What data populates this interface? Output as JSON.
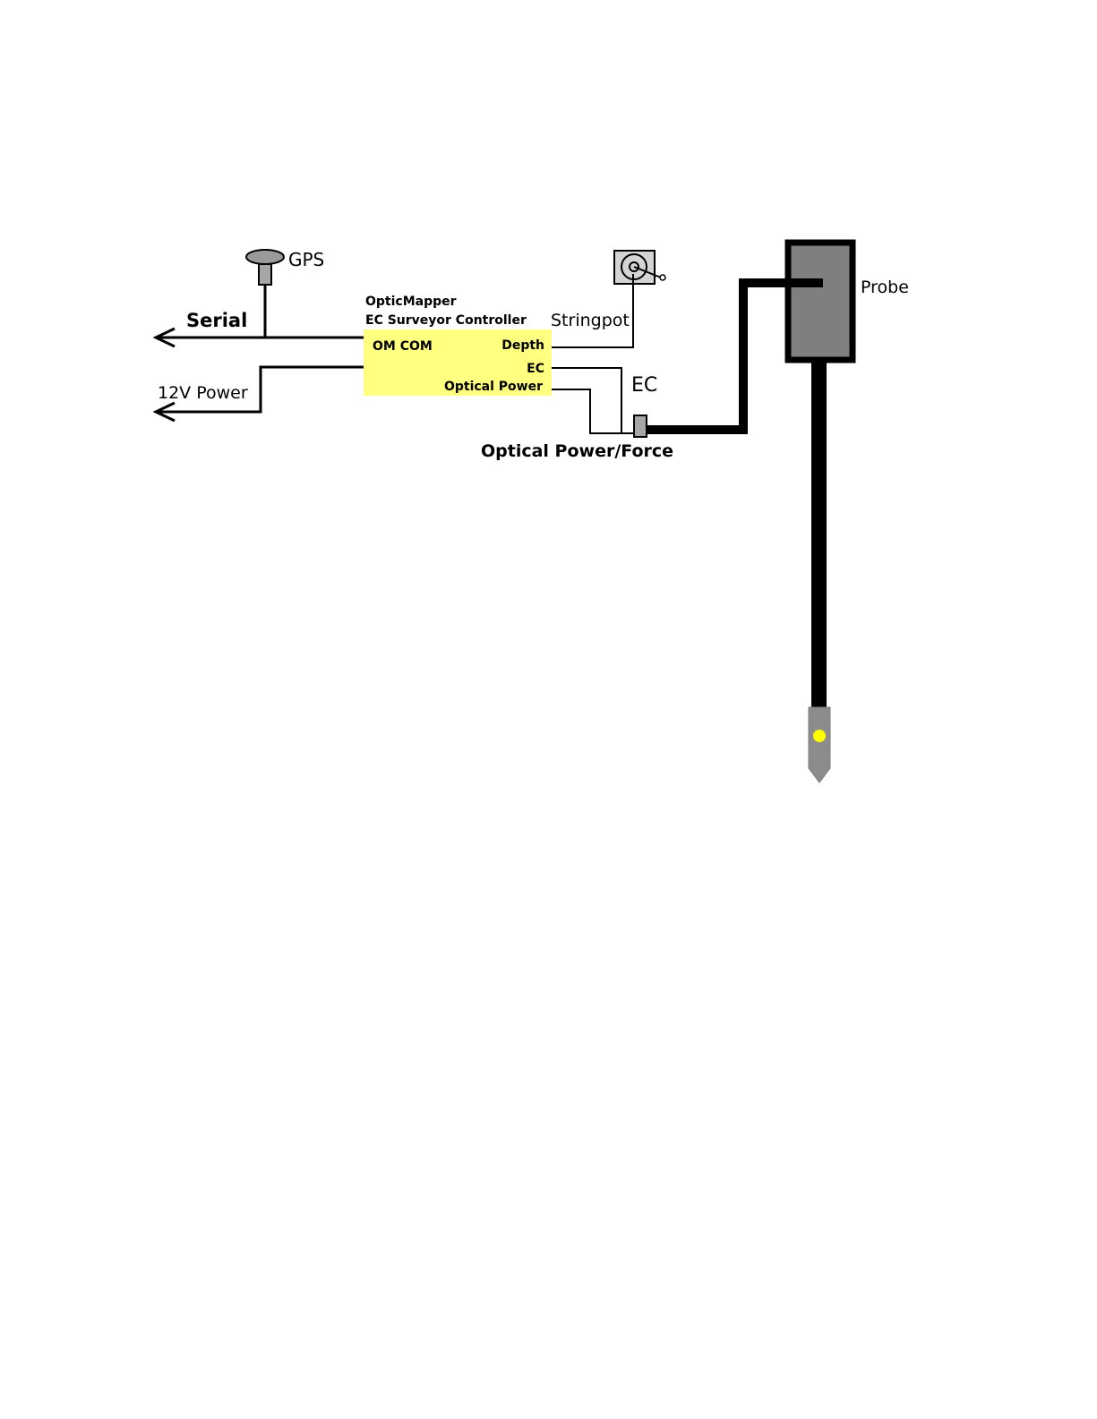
{
  "diagram": {
    "controller": {
      "title_line1": "OpticMapper",
      "title_line2": "EC Surveyor Controller",
      "port_om_com": "OM COM",
      "port_depth": "Depth",
      "port_ec": "EC",
      "port_optical_power": "Optical Power",
      "fill_color": "#ffff80"
    },
    "labels": {
      "gps": "GPS",
      "serial": "Serial",
      "power_12v": "12V Power",
      "stringpot": "Stringpot",
      "ec": "EC",
      "optical_power_force": "Optical Power/Force",
      "probe": "Probe"
    },
    "colors": {
      "probe_body": "#7f7f7f",
      "probe_tip": "#8c8c8c",
      "sensor_dot": "#ffff00",
      "line": "#000000"
    }
  }
}
